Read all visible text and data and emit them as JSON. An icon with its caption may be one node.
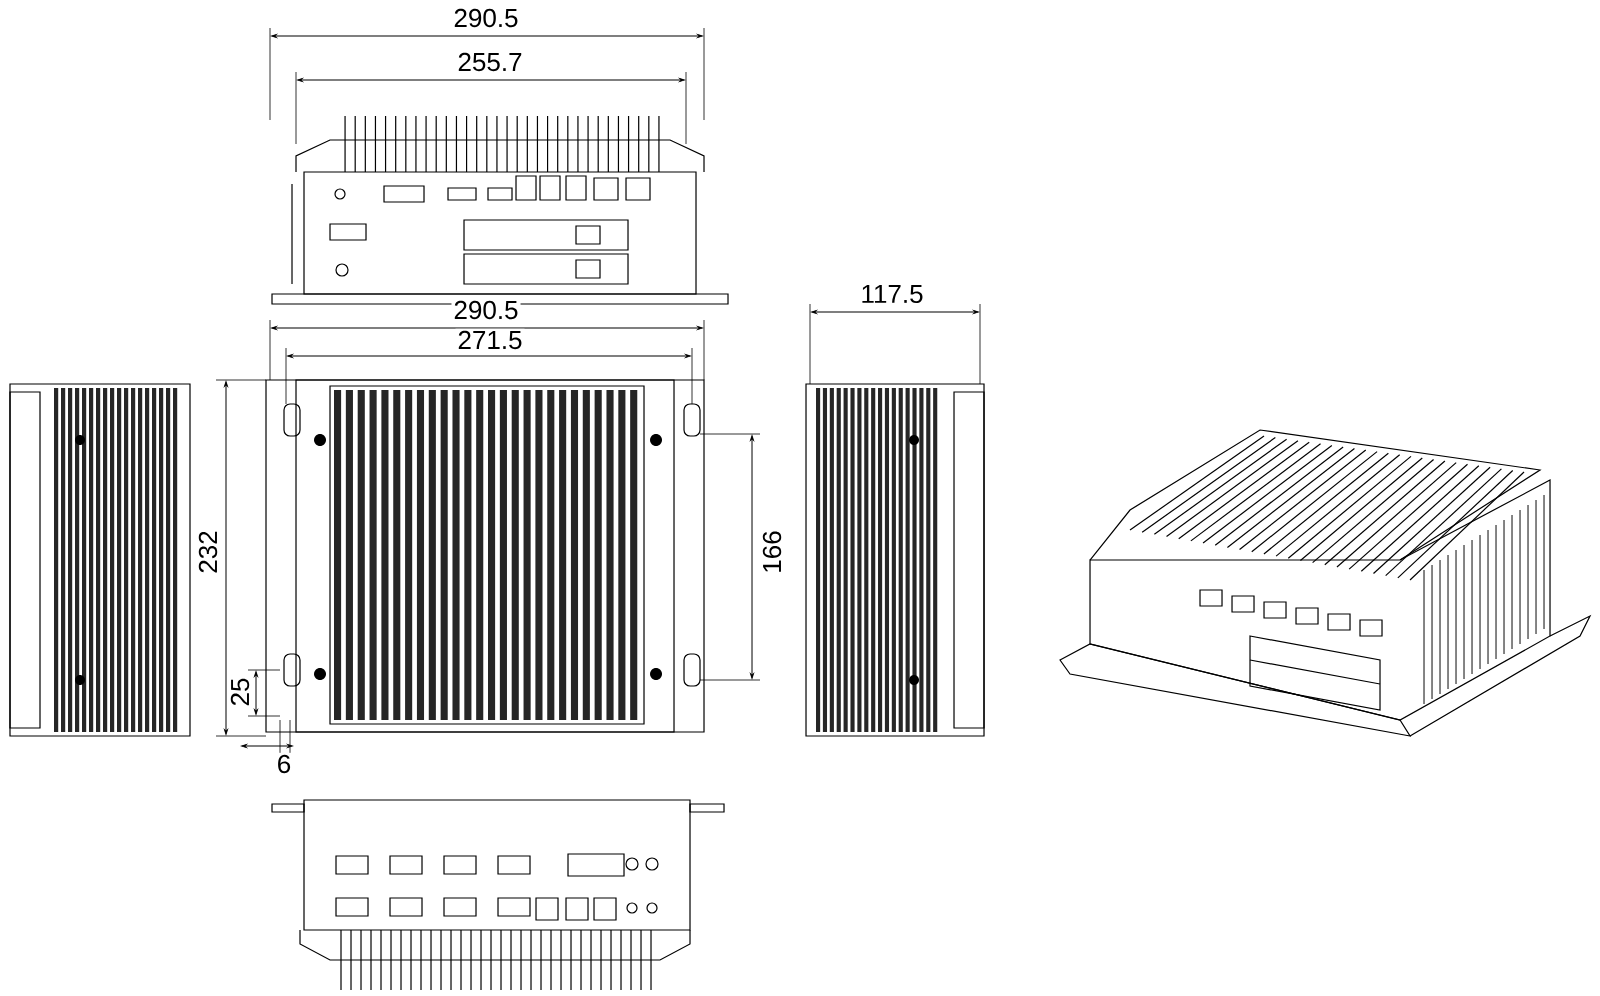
{
  "diagram": {
    "labels": [
      "290.5",
      "255.7",
      "290.5",
      "271.5",
      "117.5",
      "232",
      "166",
      "25",
      "6"
    ]
  }
}
